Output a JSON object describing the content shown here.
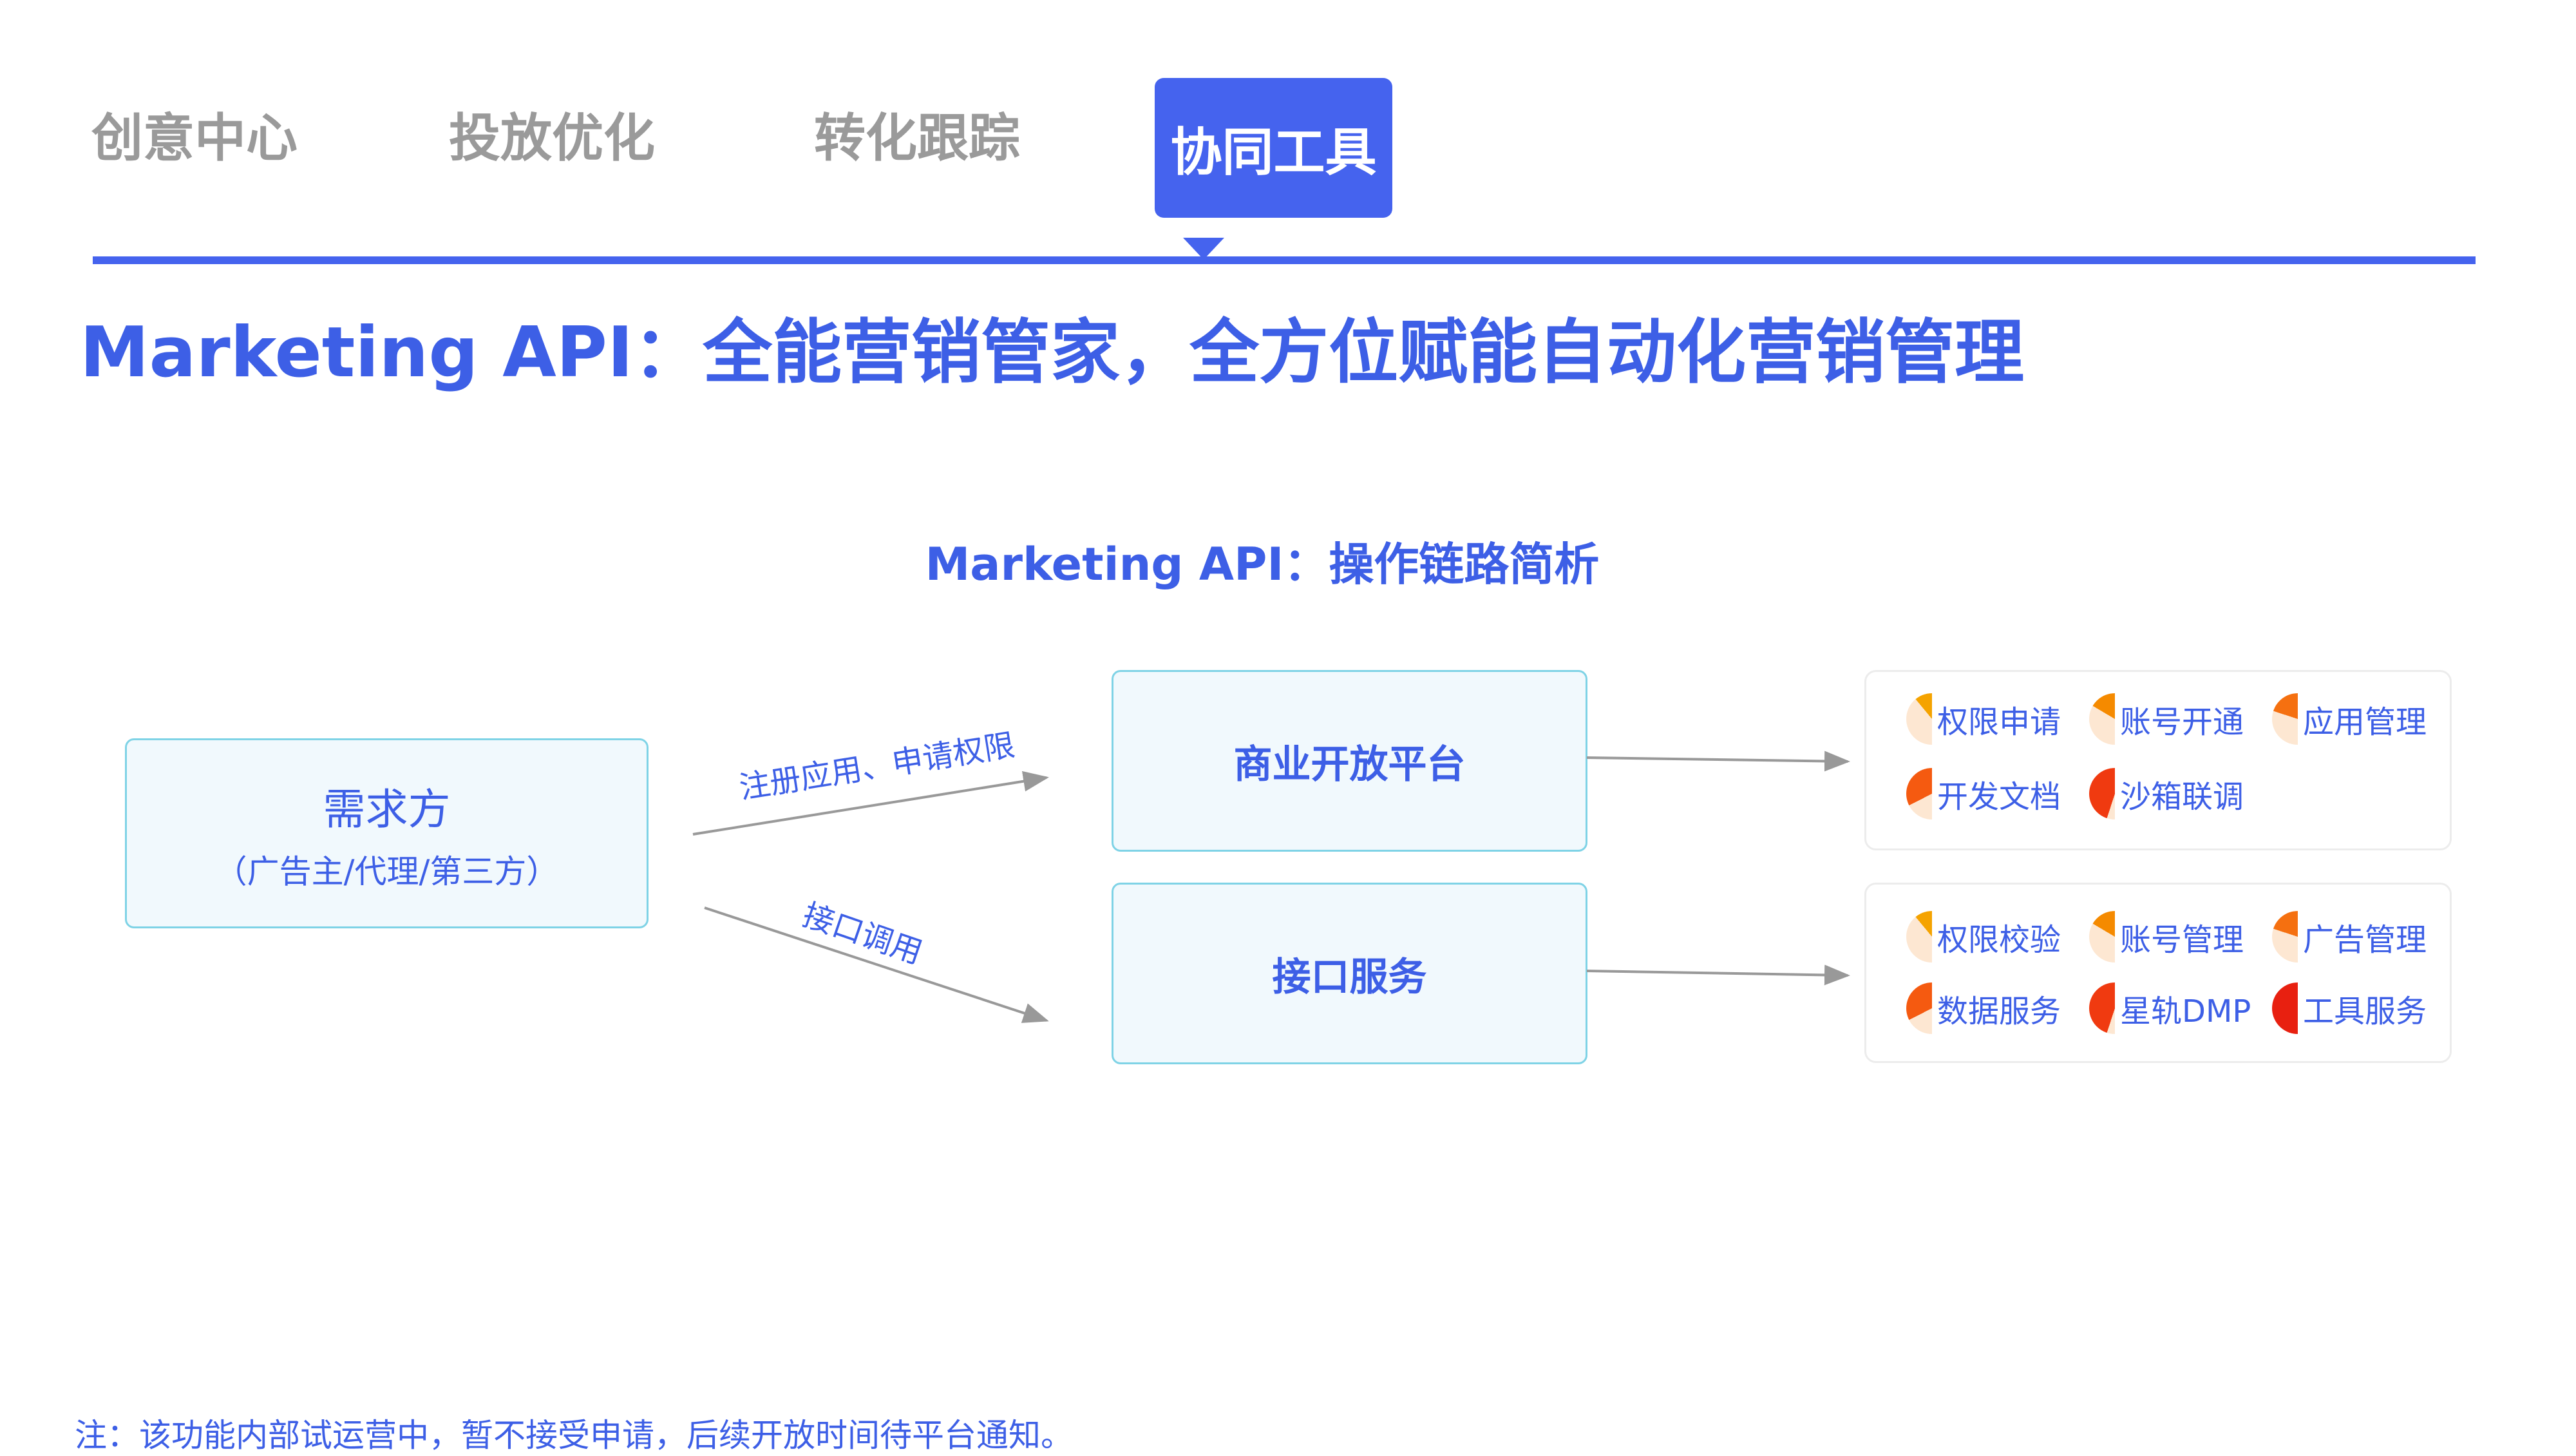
{
  "tabs": [
    {
      "label": "创意中心"
    },
    {
      "label": "投放优化"
    },
    {
      "label": "转化跟踪"
    },
    {
      "label": "协同工具",
      "active": true
    }
  ],
  "title": "Marketing API：全能营销管家，全方位赋能自动化营销管理",
  "diagram": {
    "subtitle": "Marketing API：操作链路简析",
    "source": {
      "label": "需求方",
      "sublabel": "（广告主/代理/第三方）"
    },
    "edge_top_label": "注册应用、申请权限",
    "edge_bottom_label": "接口调用",
    "platform": "商业开放平台",
    "service": "接口服务",
    "platform_items": [
      {
        "label": "权限申请",
        "fill": 0.22,
        "color": "#f5a300"
      },
      {
        "label": "账号开通",
        "fill": 0.33,
        "color": "#f58a00"
      },
      {
        "label": "应用管理",
        "fill": 0.4,
        "color": "#f57010"
      },
      {
        "label": "开发文档",
        "fill": 0.65,
        "color": "#f55a10"
      },
      {
        "label": "沙箱联调",
        "fill": 0.9,
        "color": "#f03a10"
      }
    ],
    "service_items": [
      {
        "label": "权限校验",
        "fill": 0.22,
        "color": "#f5a300"
      },
      {
        "label": "账号管理",
        "fill": 0.33,
        "color": "#f58a00"
      },
      {
        "label": "广告管理",
        "fill": 0.4,
        "color": "#f57010"
      },
      {
        "label": "数据服务",
        "fill": 0.65,
        "color": "#f55a10"
      },
      {
        "label": "星轨DMP",
        "fill": 0.9,
        "color": "#f03a10"
      },
      {
        "label": "工具服务",
        "fill": 1.0,
        "color": "#e82010"
      }
    ]
  },
  "footnote": "注：该功能内部试运营中，暂不接受申请，后续开放时间待平台通知。"
}
